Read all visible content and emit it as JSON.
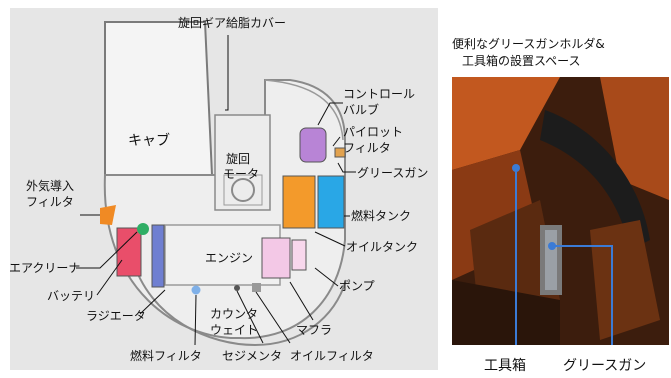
{
  "diagram": {
    "cab": "キャブ",
    "swing_motor_1": "旋回",
    "swing_motor_2": "モータ",
    "swing_gear_cover": "旋回ギア給脂カバー",
    "control_valve_1": "コントロール",
    "control_valve_2": "バルブ",
    "pilot_filter_1": "パイロット",
    "pilot_filter_2": "フィルタ",
    "grease_gun_left": "グリースガン",
    "fuel_tank": "燃料タンク",
    "oil_tank": "オイルタンク",
    "pump": "ポンプ",
    "muffler": "マフラ",
    "engine": "エンジン",
    "counterweight_1": "カウンタ",
    "counterweight_2": "ウェイト",
    "oil_filter": "オイルフィルタ",
    "sediment": "セジメンタ",
    "fuel_filter": "燃料フィルタ",
    "radiator": "ラジエータ",
    "battery": "バッテリ",
    "air_cleaner": "エアクリーナ",
    "outside_air_filter_1": "外気導入",
    "outside_air_filter_2": "フィルタ"
  },
  "photo": {
    "caption_1": "便利なグリースガンホルダ&",
    "caption_2": "工具箱の設置スペース",
    "toolbox": "工具箱",
    "grease_gun": "グリースガン"
  }
}
